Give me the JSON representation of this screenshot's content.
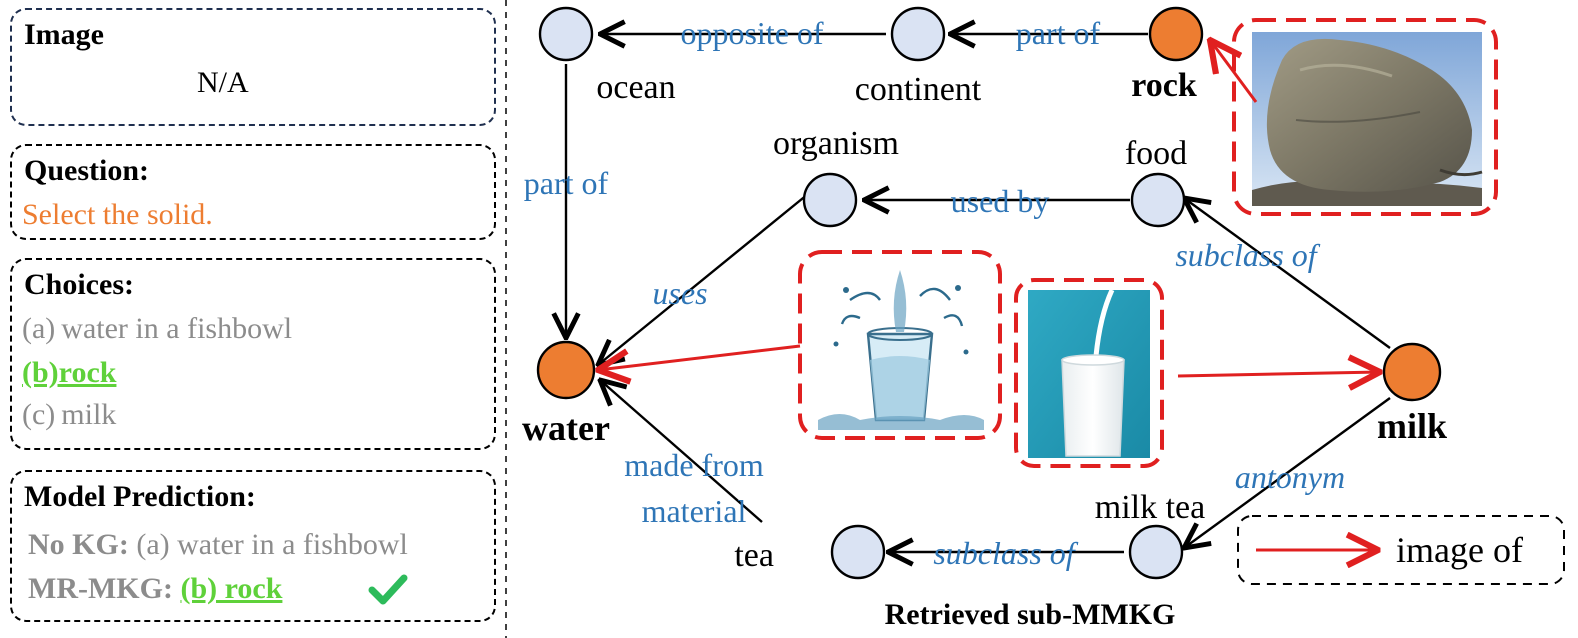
{
  "left_panel": {
    "image": {
      "title": "Image",
      "value": "N/A"
    },
    "question": {
      "title": "Question:",
      "text": "Select the solid."
    },
    "choices": {
      "title": "Choices:",
      "items": [
        {
          "text": "(a) water in a fishbowl",
          "correct": false
        },
        {
          "text": "(b)rock",
          "correct": true
        },
        {
          "text": "(c) milk",
          "correct": false
        }
      ]
    },
    "prediction": {
      "title": "Model Prediction:",
      "no_kg_label": "No KG:",
      "no_kg_answer": "(a) water in a fishbowl",
      "mrmkg_label": "MR-MKG:",
      "mrmkg_answer": "(b) rock"
    }
  },
  "graph": {
    "nodes": {
      "ocean": {
        "label": "ocean",
        "highlight": false
      },
      "continent": {
        "label": "continent",
        "highlight": false
      },
      "rock": {
        "label": "rock",
        "highlight": true
      },
      "organism": {
        "label": "organism",
        "highlight": false
      },
      "food": {
        "label": "food",
        "highlight": false
      },
      "water": {
        "label": "water",
        "highlight": true
      },
      "milk": {
        "label": "milk",
        "highlight": true
      },
      "tea": {
        "label": "tea",
        "highlight": false
      },
      "milktea": {
        "label": "milk tea",
        "highlight": false
      }
    },
    "edge_labels": {
      "opposite_of": "opposite of",
      "part_of_top": "part of",
      "part_of_left": "part of",
      "used_by": "used by",
      "uses": "uses",
      "subclass_of_food": "subclass of",
      "made_from_material_1": "made from",
      "made_from_material_2": "material",
      "antonym": "antonym",
      "subclass_of_tea": "subclass of"
    },
    "images": {
      "rock": "rock-photo",
      "water": "water-glass-photo",
      "milk": "milk-glass-photo"
    },
    "legend": {
      "label": "image of"
    },
    "caption": "Retrieved sub-MMKG"
  },
  "colors": {
    "node_highlight": "#ed7d31",
    "node_default": "#dae3f3",
    "edge_label_blue": "#2e75b6",
    "image_edge_red": "#e02020",
    "check_green": "#2dbb5b",
    "answer_green": "#5fd13a"
  }
}
